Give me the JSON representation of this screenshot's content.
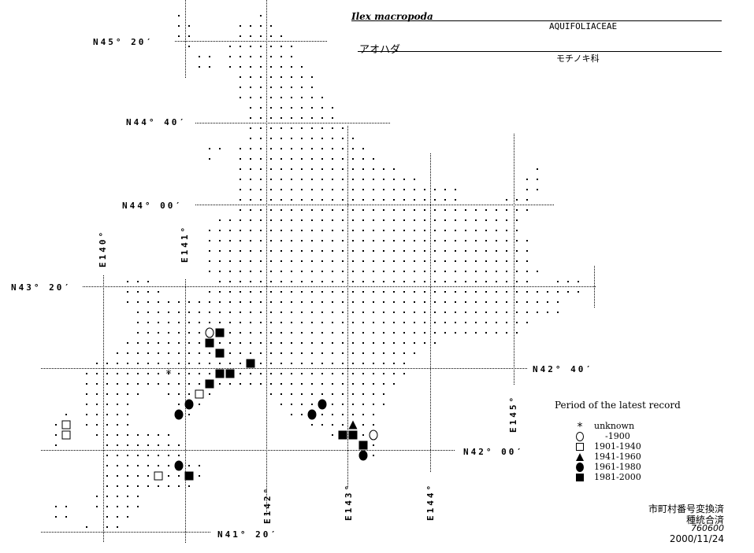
{
  "header": {
    "scientific_name": "Ilex macropoda",
    "family_latin": "AQUIFOLIACEAE",
    "japanese_name": "アオハダ",
    "family_japanese": "モチノキ科"
  },
  "axes": {
    "latitude_labels": [
      "N45° 20′",
      "N44° 40′",
      "N44° 00′",
      "N43° 20′",
      "N42° 40′",
      "N42° 00′",
      "N41° 20′"
    ],
    "longitude_labels": [
      "E140°",
      "E141°",
      "E142°",
      "E143°",
      "E144°",
      "E145°"
    ]
  },
  "legend": {
    "title": "Period of the latest record",
    "items": [
      {
        "symbol": "asterisk",
        "label": "unknown"
      },
      {
        "symbol": "open-circle",
        "label": "    -1900"
      },
      {
        "symbol": "open-square",
        "label": "1901-1940"
      },
      {
        "symbol": "filled-triangle",
        "label": "1941-1960"
      },
      {
        "symbol": "filled-circle",
        "label": "1961-1980"
      },
      {
        "symbol": "filled-square",
        "label": "1981-2000"
      }
    ]
  },
  "footer": {
    "line1": "市町村番号変換済",
    "line2": "種統合済",
    "line3": "760600",
    "date": "2000/11/24"
  },
  "records": [
    {
      "lon": 141.3125,
      "lat": 42.9583,
      "symbol": "open-circle"
    },
    {
      "lon": 141.4375,
      "lat": 42.9583,
      "symbol": "filled-square"
    },
    {
      "lon": 141.3125,
      "lat": 42.875,
      "symbol": "filled-square"
    },
    {
      "lon": 141.4375,
      "lat": 42.7917,
      "symbol": "filled-square"
    },
    {
      "lon": 141.8125,
      "lat": 42.7083,
      "symbol": "filled-square"
    },
    {
      "lon": 140.8125,
      "lat": 42.625,
      "symbol": "asterisk"
    },
    {
      "lon": 141.4375,
      "lat": 42.625,
      "symbol": "filled-square"
    },
    {
      "lon": 141.5625,
      "lat": 42.625,
      "symbol": "filled-square"
    },
    {
      "lon": 141.3125,
      "lat": 42.5417,
      "symbol": "filled-square"
    },
    {
      "lon": 141.1875,
      "lat": 42.4583,
      "symbol": "open-square"
    },
    {
      "lon": 141.0625,
      "lat": 42.375,
      "symbol": "filled-circle"
    },
    {
      "lon": 140.9375,
      "lat": 42.2917,
      "symbol": "filled-circle"
    },
    {
      "lon": 142.6875,
      "lat": 42.375,
      "symbol": "filled-circle"
    },
    {
      "lon": 142.5625,
      "lat": 42.2917,
      "symbol": "filled-circle"
    },
    {
      "lon": 143.0625,
      "lat": 42.2083,
      "symbol": "filled-triangle"
    },
    {
      "lon": 142.9375,
      "lat": 42.125,
      "symbol": "filled-square"
    },
    {
      "lon": 143.0625,
      "lat": 42.125,
      "symbol": "filled-square"
    },
    {
      "lon": 143.3125,
      "lat": 42.125,
      "symbol": "open-circle"
    },
    {
      "lon": 143.1875,
      "lat": 42.0417,
      "symbol": "filled-square"
    },
    {
      "lon": 143.1875,
      "lat": 41.9583,
      "symbol": "filled-circle"
    },
    {
      "lon": 140.9375,
      "lat": 41.875,
      "symbol": "filled-circle"
    },
    {
      "lon": 140.6875,
      "lat": 41.7917,
      "symbol": "open-square"
    },
    {
      "lon": 141.0625,
      "lat": 41.7917,
      "symbol": "filled-square"
    },
    {
      "lon": 139.5625,
      "lat": 42.2083,
      "symbol": "open-square"
    },
    {
      "lon": 139.5625,
      "lat": 42.125,
      "symbol": "open-square"
    }
  ]
}
